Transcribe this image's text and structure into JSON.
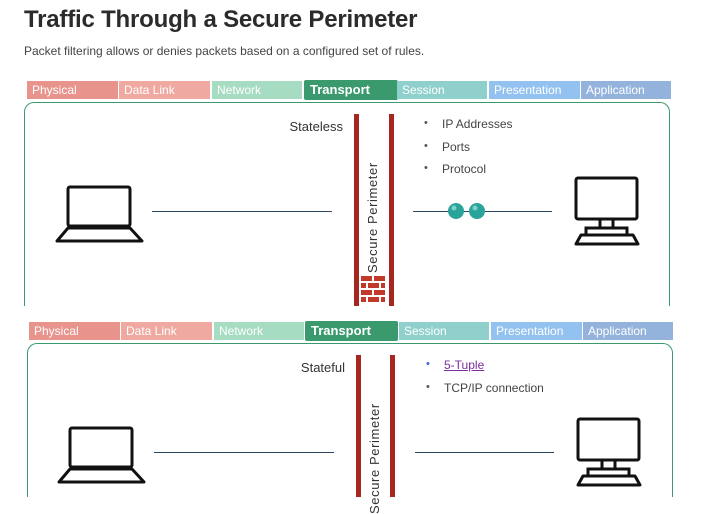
{
  "page": {
    "title": "Traffic Through a Secure Perimeter",
    "subtitle": "Packet filtering allows or denies packets based on a configured set of rules."
  },
  "colors": {
    "physical": "#e8938c",
    "data_link": "#f0a9a0",
    "network": "#a6dcc1",
    "transport": "#3a9a6e",
    "session": "#8fd0cc",
    "presentation": "#93c2f0",
    "application": "#93b2dc",
    "perimeter": "#a5271f",
    "wire": "#2c4a66",
    "packet": "#2aa39a"
  },
  "layers": [
    "Physical",
    "Data Link",
    "Network",
    "Transport",
    "Session",
    "Presentation",
    "Application"
  ],
  "stateless": {
    "label": "Stateless",
    "perimeter_label": "Secure Perimeter",
    "bullets": [
      "IP Addresses",
      "Ports",
      "Protocol"
    ]
  },
  "stateful": {
    "label": "Stateful",
    "perimeter_label": "Secure Perimeter",
    "bullet_link": "5-Tuple",
    "bullets": [
      "TCP/IP connection"
    ]
  },
  "icons": {
    "laptop": "laptop-icon",
    "desktop": "desktop-computer-icon",
    "firewall": "brick-wall-icon",
    "packet": "packet-icon"
  }
}
